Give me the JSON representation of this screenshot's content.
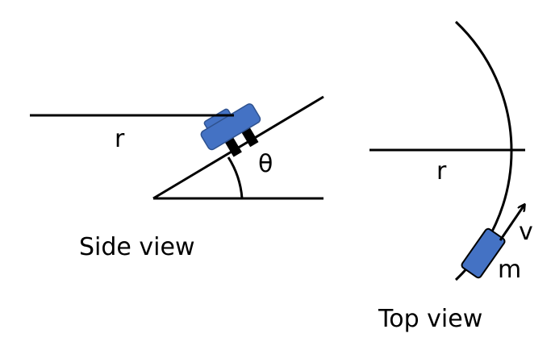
{
  "side_view": {
    "radius_label": "r",
    "angle_label": "θ",
    "caption": "Side view"
  },
  "top_view": {
    "radius_label": "r",
    "velocity_label": "v",
    "mass_label": "m",
    "caption": "Top view"
  },
  "colors": {
    "car_fill": "#4472C4",
    "car_outline": "#2F528F",
    "line": "#000000"
  }
}
